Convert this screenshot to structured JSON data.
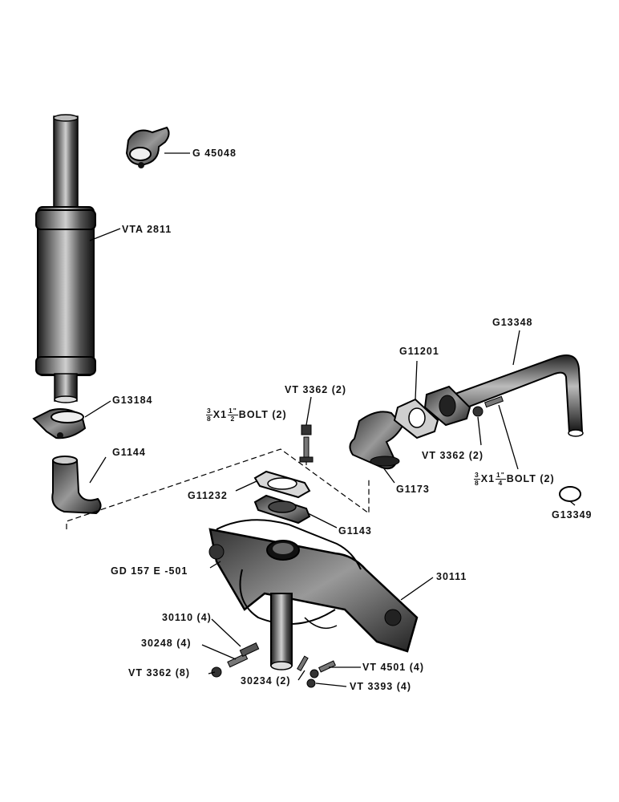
{
  "labels": {
    "g45048": "G 45048",
    "vta2811": "VTA 2811",
    "g13184": "G13184",
    "g1144": "G1144",
    "vt3362_top": "VT 3362 (2)",
    "g11201": "G11201",
    "g13348": "G13348",
    "g11232": "G11232",
    "g11173": "G1173",
    "vt3362_right": "VT 3362 (2)",
    "g13349": "G13349",
    "g1143": "G1143",
    "gd157e501": "GD 157 E -501",
    "p30111": "30111",
    "p30110": "30110 (4)",
    "p30248": "30248 (4)",
    "vt3362_8": "VT 3362 (8)",
    "p30234": "30234 (2)",
    "vt4501": "VT 4501 (4)",
    "vt3393": "VT 3393 (4)"
  },
  "bolt_left": {
    "num": "3",
    "den": "8",
    "x": "X1",
    "frac_num": "1\"",
    "frac_den": "2",
    "tail": "BOLT (2)"
  },
  "bolt_right": {
    "num": "3",
    "den": "8",
    "x": "X1",
    "frac_num": "1\"",
    "frac_den": "4",
    "tail": "BOLT (2)"
  }
}
